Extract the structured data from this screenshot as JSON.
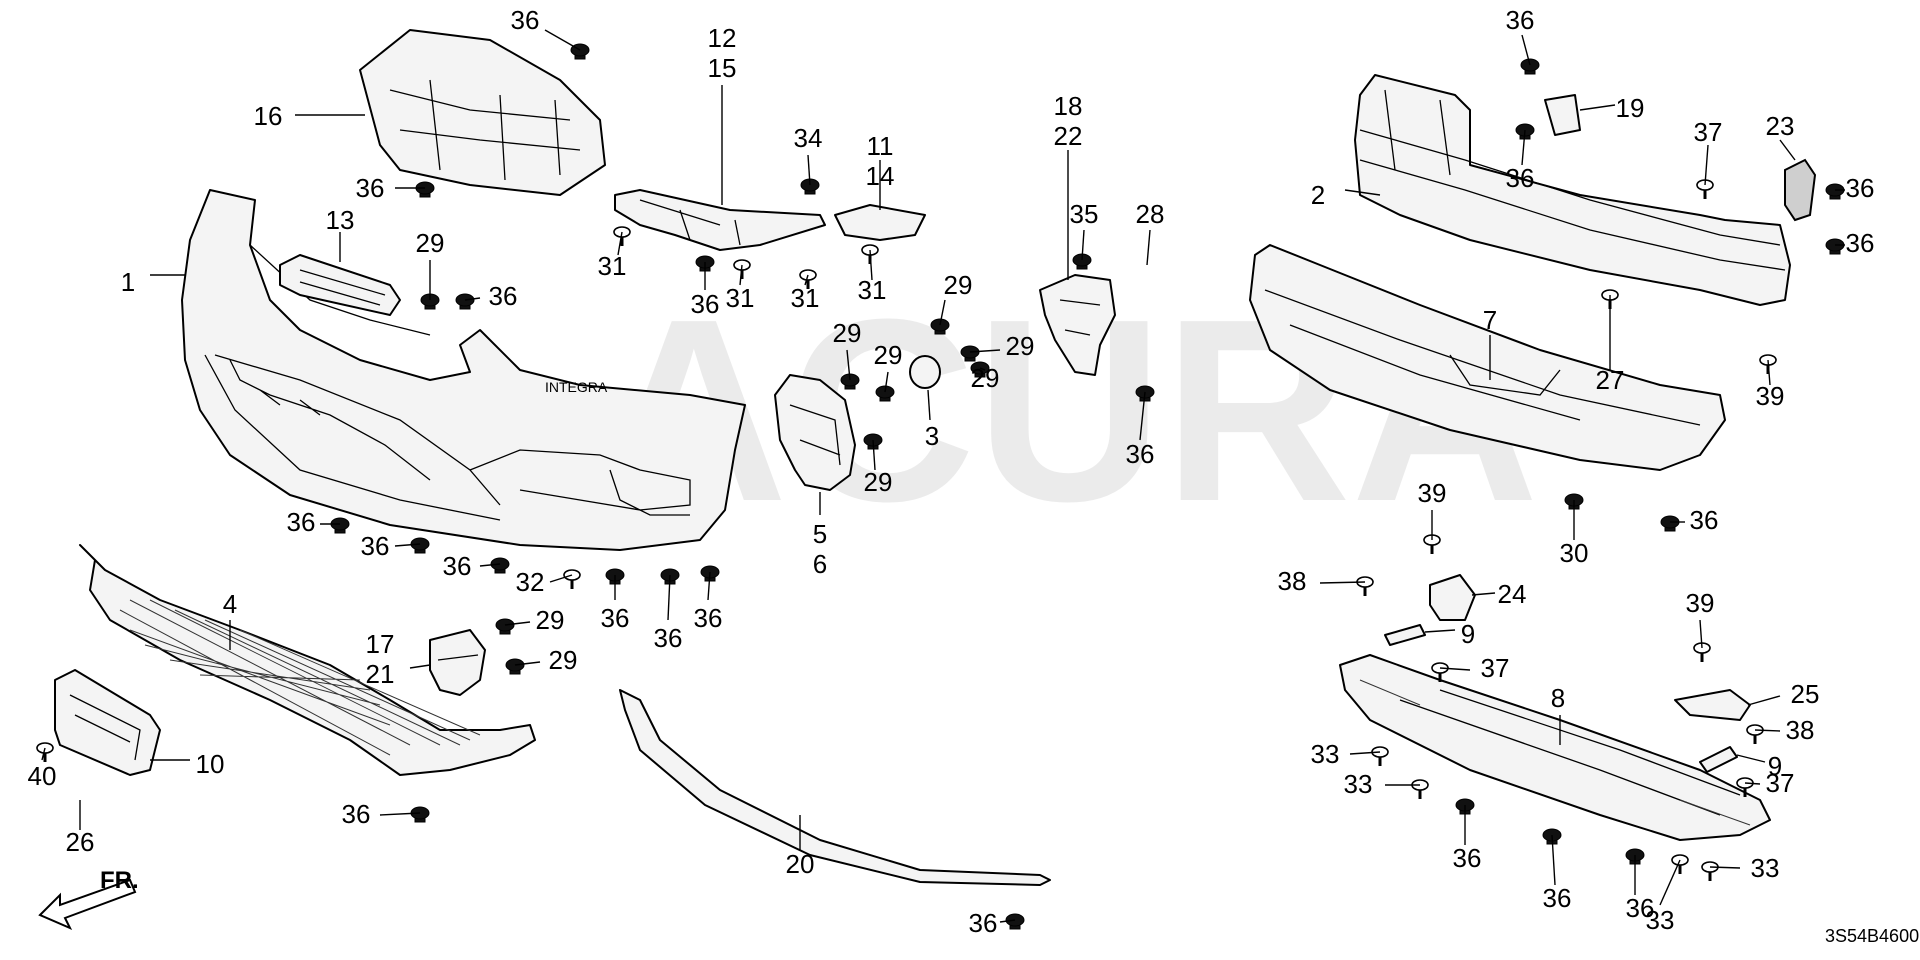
{
  "diagram": {
    "drawing_code": "3S54B4600",
    "direction_label": "FR.",
    "watermark_text": "ACURA",
    "callouts": [
      "1",
      "2",
      "3",
      "4",
      "5",
      "6",
      "7",
      "8",
      "9",
      "9",
      "10",
      "11",
      "12",
      "13",
      "14",
      "15",
      "16",
      "17",
      "18",
      "19",
      "20",
      "21",
      "22",
      "23",
      "24",
      "25",
      "26",
      "27",
      "28",
      "29",
      "29",
      "29",
      "29",
      "29",
      "29",
      "29",
      "29",
      "29",
      "29",
      "30",
      "31",
      "31",
      "31",
      "31",
      "32",
      "33",
      "33",
      "33",
      "33",
      "33",
      "34",
      "35",
      "36",
      "36",
      "36",
      "36",
      "36",
      "36",
      "36",
      "36",
      "36",
      "36",
      "36",
      "36",
      "36",
      "36",
      "36",
      "36",
      "36",
      "36",
      "36",
      "36",
      "36",
      "36",
      "36",
      "36",
      "37",
      "37",
      "37",
      "38",
      "38",
      "39",
      "39",
      "39",
      "40"
    ]
  }
}
